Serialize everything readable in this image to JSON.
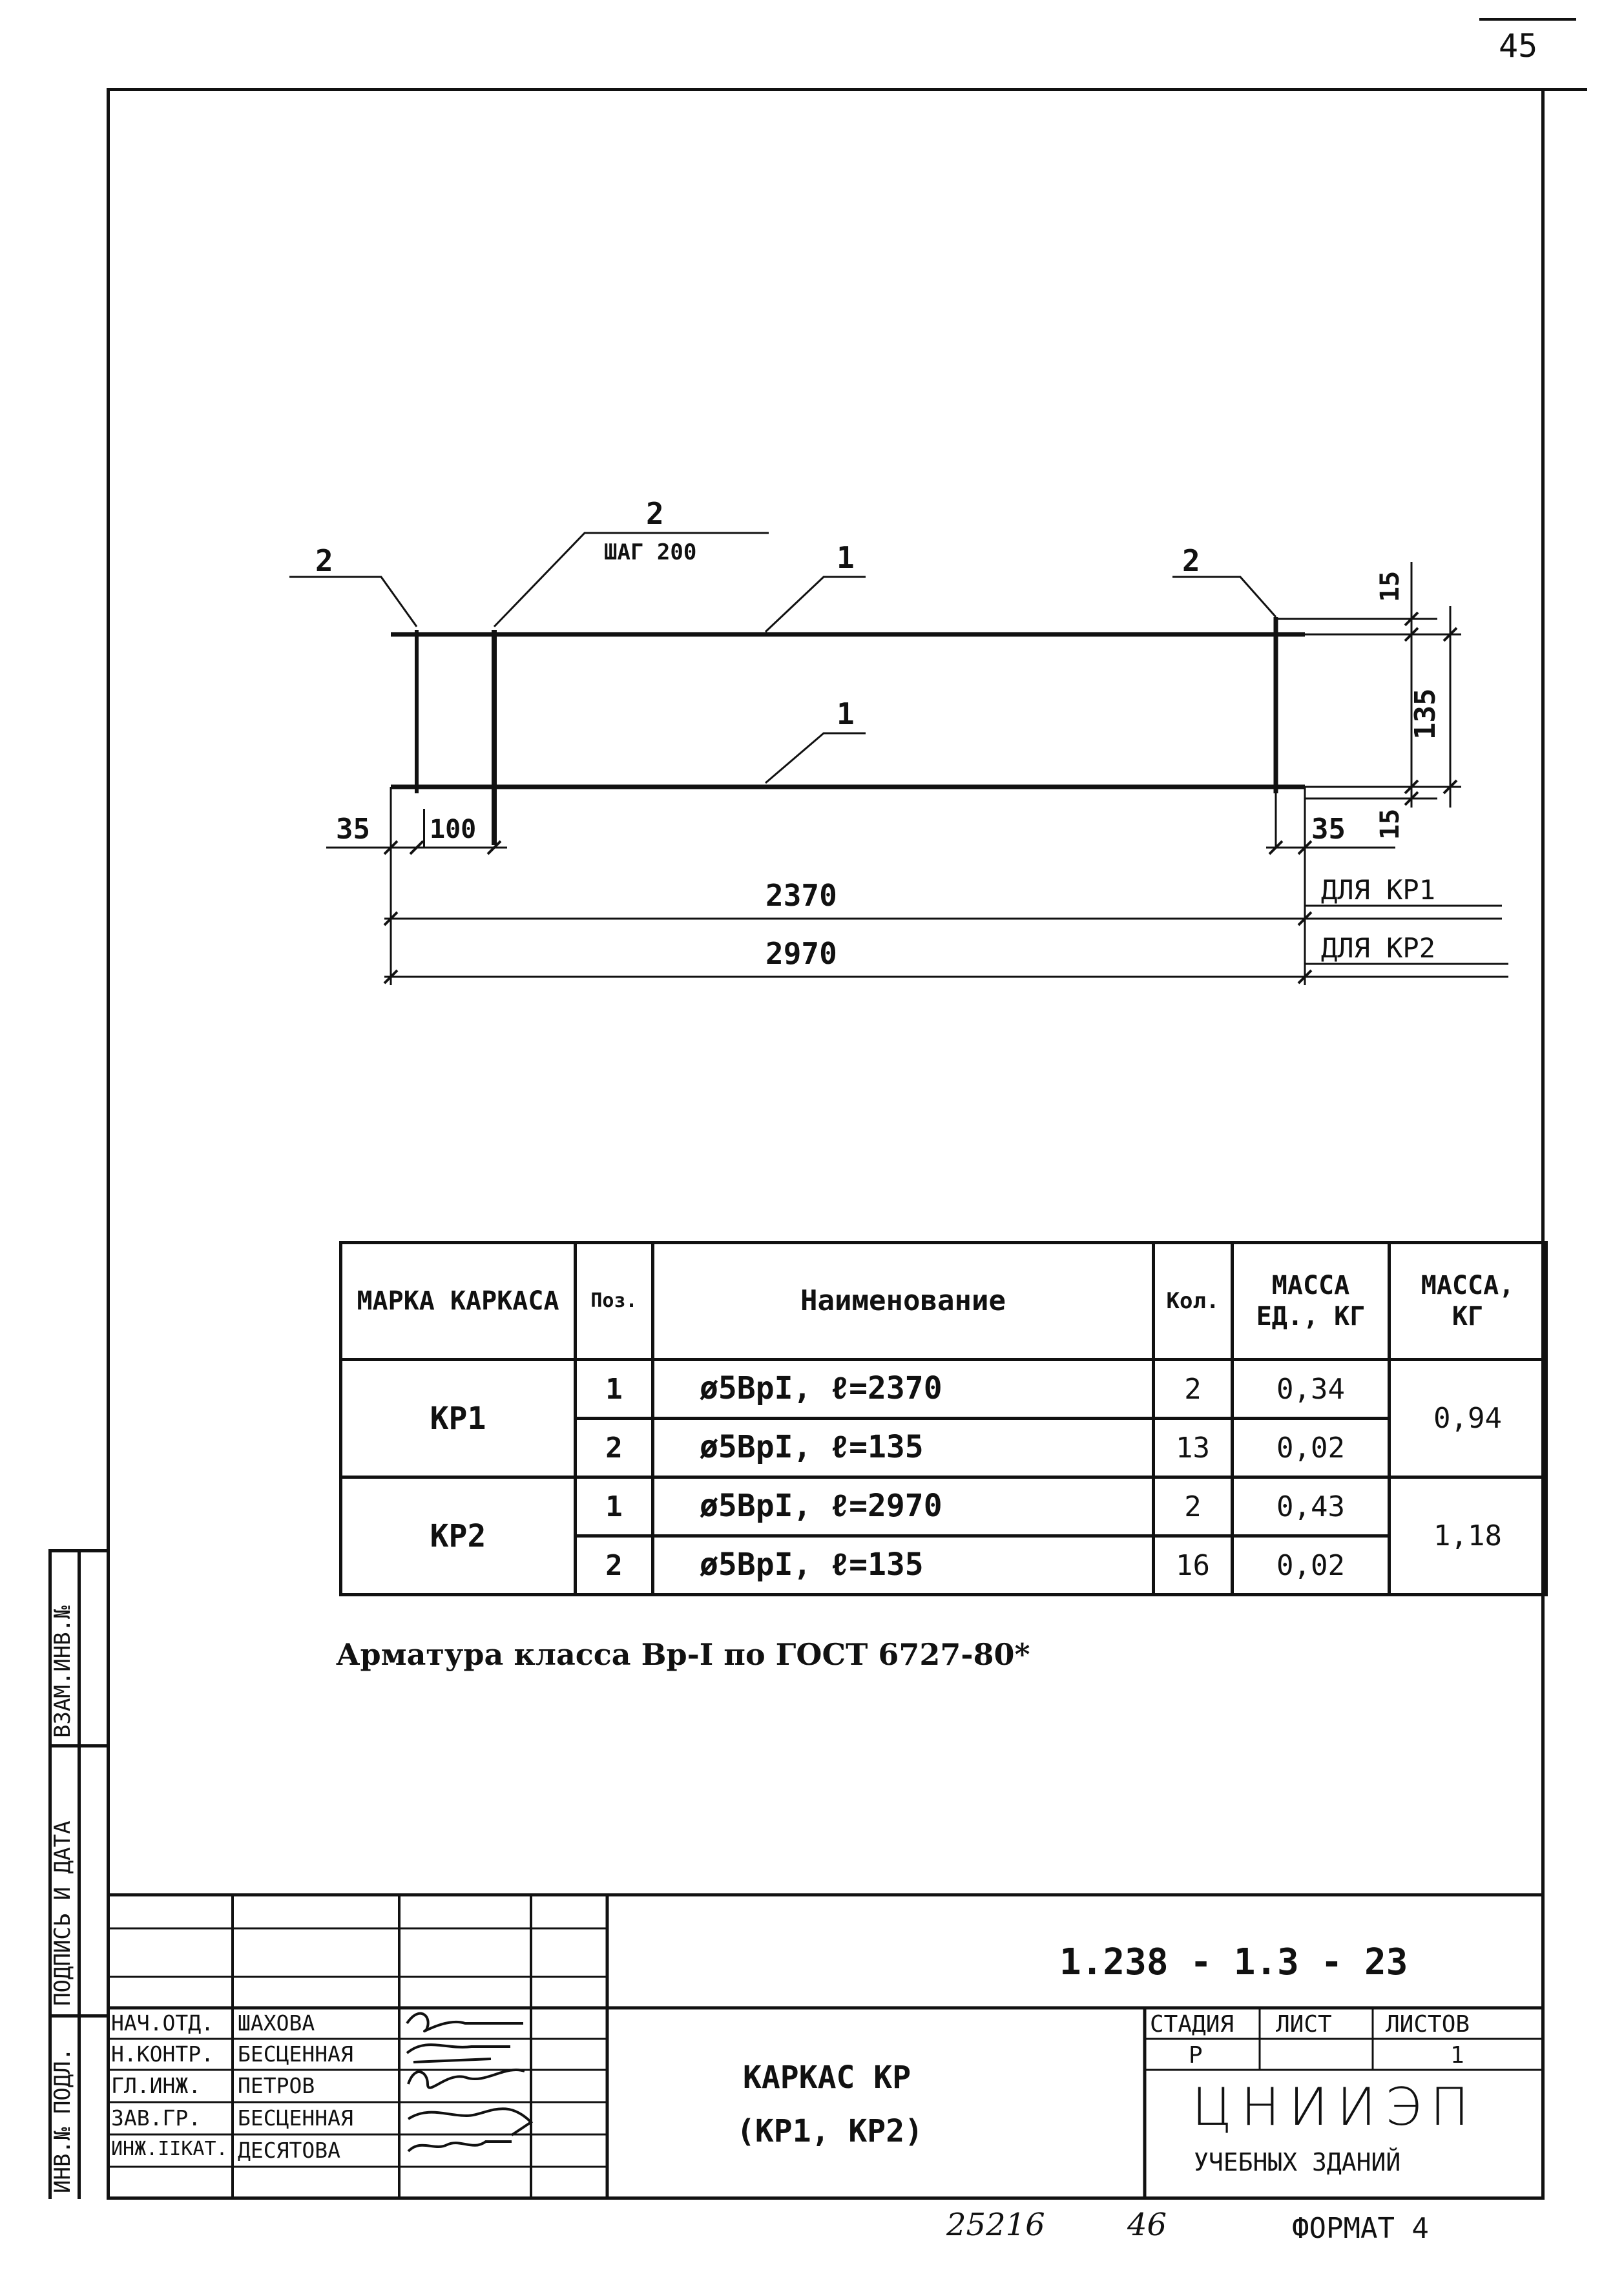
{
  "page_number": "45",
  "drawing": {
    "callouts": {
      "left_2": "2",
      "step_2": "2",
      "step_label": "ШАГ 200",
      "top_1": "1",
      "right_2": "2",
      "bottom_1": "1"
    },
    "dimensions": {
      "d35_left": "35",
      "d100": "100",
      "d35_right": "35",
      "d15_top": "15",
      "d135": "135",
      "d15_bottom": "15",
      "len_kr1": "2370",
      "len_kr2": "2970",
      "for_kr1": "ДЛЯ КР1",
      "for_kr2": "ДЛЯ КР2"
    }
  },
  "spec_table": {
    "headers": {
      "mark": "МАРКА КАРКАСА",
      "pos": "Поз.",
      "name": "Наименование",
      "qty": "Кол.",
      "mass_unit": "МАССА ЕД., КГ",
      "mass": "МАССА, КГ"
    },
    "groups": [
      {
        "mark": "КР1",
        "total_mass": "0,94",
        "rows": [
          {
            "pos": "1",
            "name": "ø5ВрI,  ℓ=2370",
            "qty": "2",
            "unit_mass": "0,34"
          },
          {
            "pos": "2",
            "name": "ø5ВрI,  ℓ=135",
            "qty": "13",
            "unit_mass": "0,02"
          }
        ]
      },
      {
        "mark": "КР2",
        "total_mass": "1,18",
        "rows": [
          {
            "pos": "1",
            "name": "ø5ВрI,  ℓ=2970",
            "qty": "2",
            "unit_mass": "0,43"
          },
          {
            "pos": "2",
            "name": "ø5ВрI,  ℓ=135",
            "qty": "16",
            "unit_mass": "0,02"
          }
        ]
      }
    ]
  },
  "note": "Арматура класса Вр-I по ГОСТ 6727-80*",
  "side_stamp": {
    "inv_orig": "ИНВ.№ ПОДЛ.",
    "sign_date": "ПОДПИСЬ И ДАТА",
    "vzam": "ВЗАМ.ИНВ.№"
  },
  "title_block": {
    "doc_code": "1.238 - 1.3 - 23",
    "roles": [
      "НАЧ.ОТД.",
      "Н.КОНТР.",
      "ГЛ.ИНЖ.",
      "ЗАВ.ГР.",
      "ИНЖ.IIКАТ."
    ],
    "names": [
      "ШАХОВА",
      "БЕСЦЕННАЯ",
      "ПЕТРОВ",
      "БЕСЦЕННАЯ",
      "ДЕСЯТОВА"
    ],
    "title_line1": "КАРКАС КР",
    "title_line2": "(КР1, КР2)",
    "stage_label": "СТАДИЯ",
    "sheet_label": "ЛИСТ",
    "sheets_label": "ЛИСТОВ",
    "stage_value": "Р",
    "sheets_value": "1",
    "org_logo": "ЦНИИЭП",
    "org_sub": "УЧЕБНЫХ ЗДАНИЙ"
  },
  "footer": {
    "inv_no": "25216",
    "page_ref": "46",
    "format": "ФОРМАТ 4"
  }
}
